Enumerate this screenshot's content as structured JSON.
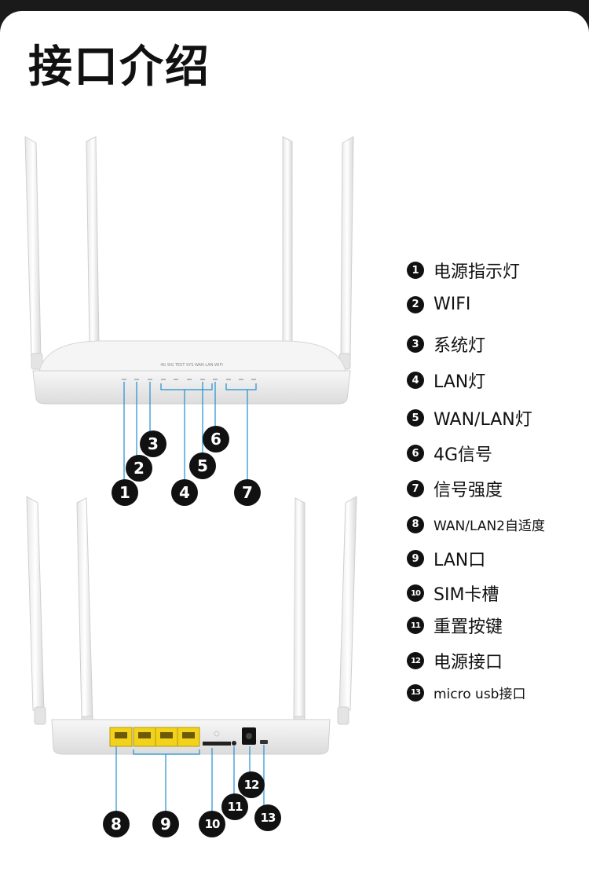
{
  "title": "接口介绍",
  "front_labels": {
    "panel_text": "4G SIG TEST SYS WAN LAN WIFI"
  },
  "legend": [
    {
      "num": "1",
      "label": "电源指示灯"
    },
    {
      "num": "2",
      "label": "WIFI"
    },
    {
      "num": "3",
      "label": "系统灯"
    },
    {
      "num": "4",
      "label": "LAN灯"
    },
    {
      "num": "5",
      "label": "WAN/LAN灯"
    },
    {
      "num": "6",
      "label": "4G信号"
    },
    {
      "num": "7",
      "label": "信号强度"
    },
    {
      "num": "8",
      "label": "WAN/LAN2自适度"
    },
    {
      "num": "9",
      "label": "LAN口"
    },
    {
      "num": "10",
      "label": "SIM卡槽"
    },
    {
      "num": "11",
      "label": "重置按键"
    },
    {
      "num": "12",
      "label": "电源接口"
    },
    {
      "num": "13",
      "label": "micro usb接口"
    }
  ],
  "colors": {
    "leader": "#1f8fd0",
    "port": "#f2d21b",
    "badge": "#111111"
  }
}
